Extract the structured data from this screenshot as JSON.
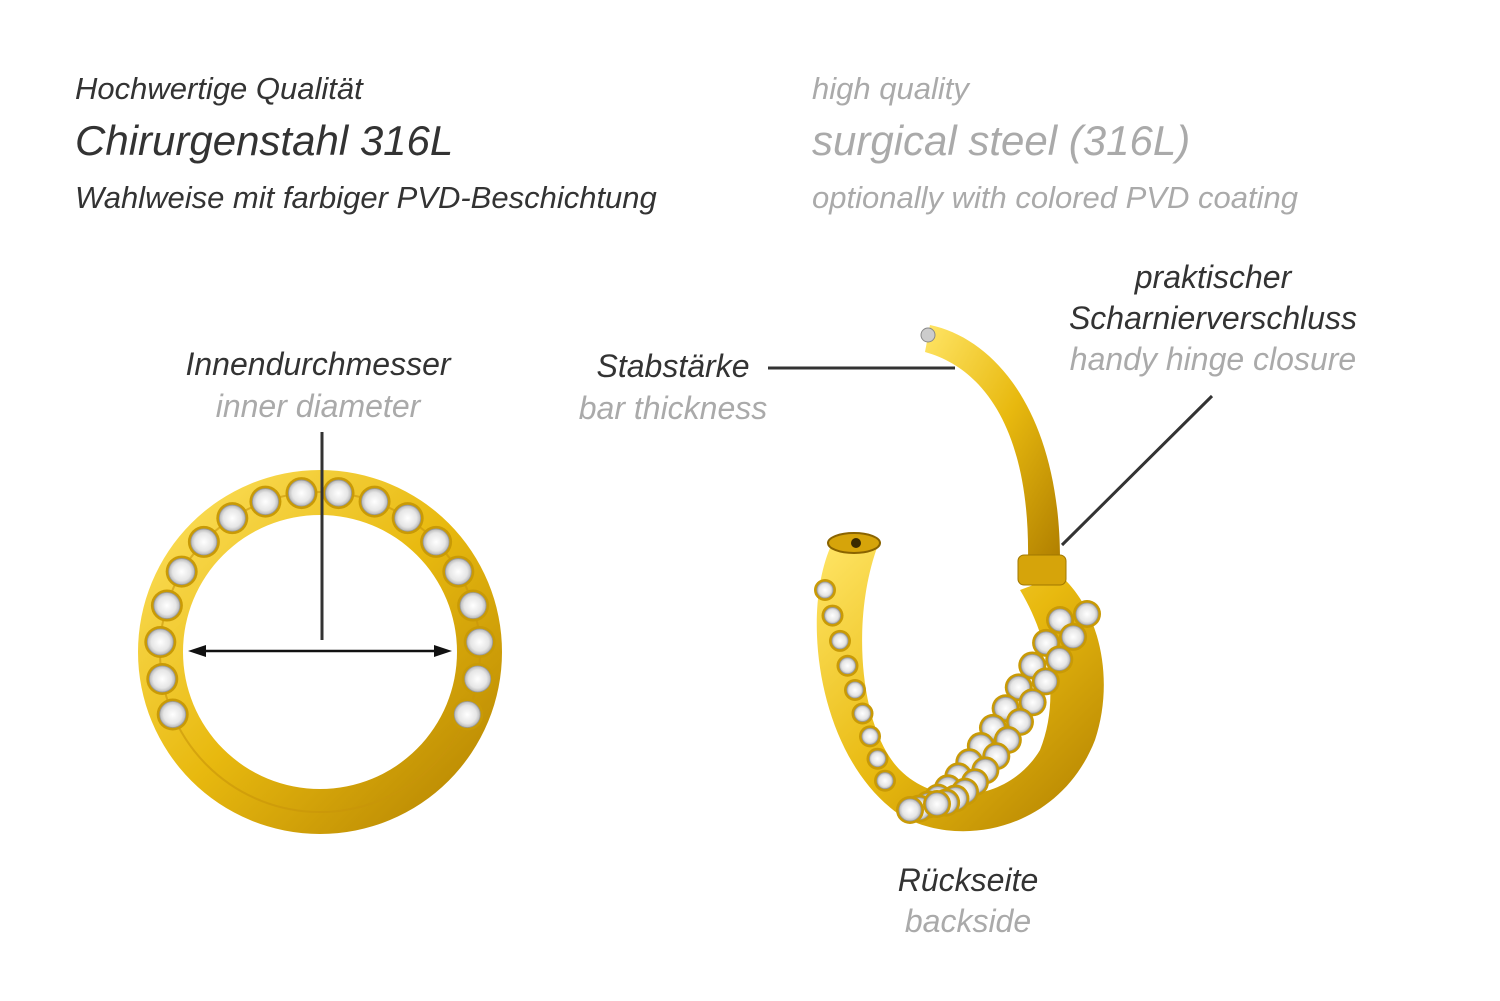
{
  "header_de": {
    "line1": "Hochwertige Qualität",
    "line2": "Chirurgenstahl 316L",
    "line3": "Wahlweise mit farbiger PVD-Beschichtung"
  },
  "header_en": {
    "line1": "high quality",
    "line2": "surgical steel (316L)",
    "line3": "optionally with colored PVD coating"
  },
  "labels": {
    "inner_diameter_de": "Innendurchmesser",
    "inner_diameter_en": "inner diameter",
    "bar_thickness_de": "Stabstärke",
    "bar_thickness_en": "bar thickness",
    "hinge_de_1": "praktischer",
    "hinge_de_2": "Scharnierverschluss",
    "hinge_en": "handy hinge closure",
    "backside_de": "Rückseite",
    "backside_en": "backside"
  },
  "colors": {
    "gold": "#e8b90f",
    "gold_dark": "#b07f00",
    "gold_light": "#ffe566",
    "text_dark": "#333333",
    "text_gray": "#aaaaaa"
  }
}
